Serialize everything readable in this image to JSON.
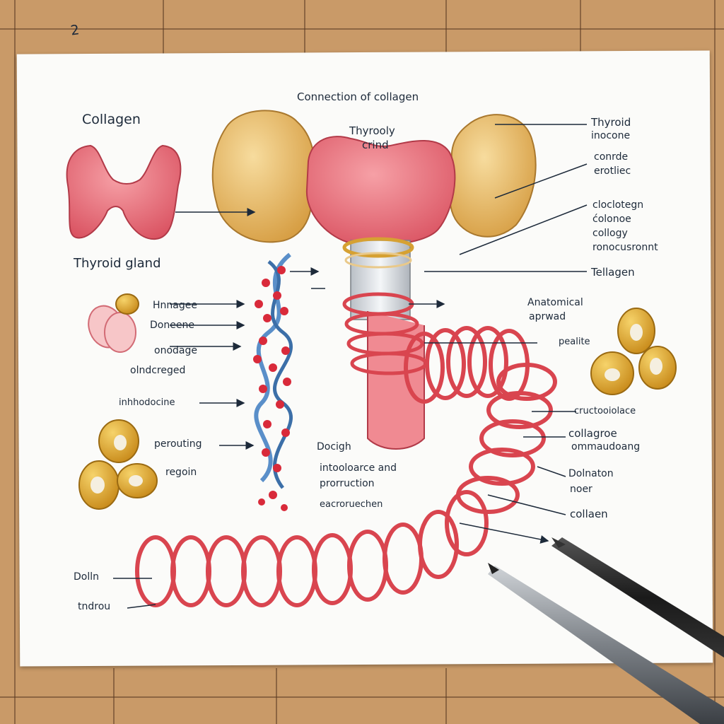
{
  "corner_mark": "2",
  "title": "Connection of collagen",
  "collagen_heading": "Collagen",
  "thyroid_gland_label": "Thyroid gland",
  "thyroid_center_label": [
    "Thyrooly",
    "crind"
  ],
  "right_top_labels": [
    "Thyroid",
    "inocone",
    "conrde",
    "erotliec"
  ],
  "right_mid_labels": [
    "cloclotegn",
    "ćolonoe",
    "collogy",
    "ronocusronnt"
  ],
  "tellagen_label": "Tellagen",
  "anatomical_label": [
    "Anatomical",
    "aprwad"
  ],
  "pealite_label": "pealite",
  "left_labels": [
    "Hnnagee",
    "Doneene",
    "onodage",
    "olndcreged"
  ],
  "introduction_label": "inhhodocine",
  "perouting_label": "perouting",
  "regoin_label": "regoin",
  "center_bottom_labels": [
    "Docigh",
    "intooloarce and",
    "prorruction",
    "eacroruechen"
  ],
  "right_lower_labels": [
    "cructooiolace",
    "collagroe",
    "ommaudoang",
    "Dolnaton",
    "noer",
    "collaen"
  ],
  "bottom_left_labels": [
    "Dolln",
    "tndrou"
  ],
  "colors": {
    "paper": "#fbfbf9",
    "board": "#c99a68",
    "thyroid": "#e8707a",
    "fat_lobe": "#e6b766",
    "helix_blue": "#5a8fc9",
    "coil": "#e0505c"
  }
}
